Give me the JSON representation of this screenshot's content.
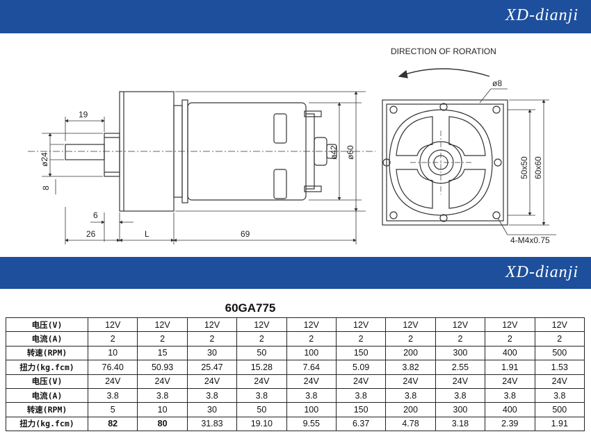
{
  "brand": {
    "top": "XD-dianji",
    "middle": "XD-dianji"
  },
  "drawing": {
    "direction_label": "DIRECTION OF RORATION",
    "dims": {
      "d19": "19",
      "d24": "ø24",
      "d8": "8",
      "d6": "6",
      "d26": "26",
      "dL": "L",
      "d69": "69",
      "d42": "ø42",
      "d60": "ø60",
      "hole": "ø8",
      "s50": "50x50",
      "s60": "60x60",
      "screws": "4-M4x0.75"
    }
  },
  "spec": {
    "model": "60GA775",
    "labels": {
      "voltage": "电压(V)",
      "current": "电流(A)",
      "speed": "转速(RPM)",
      "torque": "扭力(kg.fcm)"
    },
    "v12": {
      "voltage": [
        "12V",
        "12V",
        "12V",
        "12V",
        "12V",
        "12V",
        "12V",
        "12V",
        "12V",
        "12V"
      ],
      "current": [
        "2",
        "2",
        "2",
        "2",
        "2",
        "2",
        "2",
        "2",
        "2",
        "2"
      ],
      "speed": [
        "10",
        "15",
        "30",
        "50",
        "100",
        "150",
        "200",
        "300",
        "400",
        "500"
      ],
      "torque": [
        "76.40",
        "50.93",
        "25.47",
        "15.28",
        "7.64",
        "5.09",
        "3.82",
        "2.55",
        "1.91",
        "1.53"
      ]
    },
    "v24": {
      "voltage": [
        "24V",
        "24V",
        "24V",
        "24V",
        "24V",
        "24V",
        "24V",
        "24V",
        "24V",
        "24V"
      ],
      "current": [
        "3.8",
        "3.8",
        "3.8",
        "3.8",
        "3.8",
        "3.8",
        "3.8",
        "3.8",
        "3.8",
        "3.8"
      ],
      "speed": [
        "5",
        "10",
        "30",
        "50",
        "100",
        "150",
        "200",
        "300",
        "400",
        "500"
      ],
      "torque": [
        "82",
        "80",
        "31.83",
        "19.10",
        "9.55",
        "6.37",
        "4.78",
        "3.18",
        "2.39",
        "1.91"
      ]
    }
  }
}
